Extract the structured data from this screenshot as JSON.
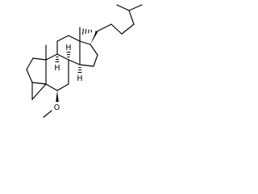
{
  "structure": {
    "atom_labels": {
      "oxygen": "O",
      "h8": "H",
      "h9": "H",
      "h14": "H"
    },
    "colors": {
      "bond": "#000000",
      "background": "#ffffff"
    }
  }
}
